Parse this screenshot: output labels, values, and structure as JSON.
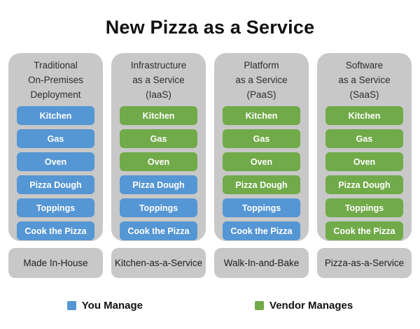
{
  "title": "New Pizza as a Service",
  "colors": {
    "you_manage": "#5596d4",
    "vendor_manages": "#71aa49",
    "container_gray": "#c8c8c8"
  },
  "columns": [
    {
      "header_lines": [
        "Traditional",
        "On-Premises",
        "Deployment"
      ],
      "items": [
        {
          "label": "Kitchen",
          "managed_by": "you"
        },
        {
          "label": "Gas",
          "managed_by": "you"
        },
        {
          "label": "Oven",
          "managed_by": "you"
        },
        {
          "label": "Pizza Dough",
          "managed_by": "you"
        },
        {
          "label": "Toppings",
          "managed_by": "you"
        },
        {
          "label": "Cook the Pizza",
          "managed_by": "you"
        }
      ],
      "footer": "Made In-House"
    },
    {
      "header_lines": [
        "Infrastructure",
        "as a Service",
        "(IaaS)"
      ],
      "items": [
        {
          "label": "Kitchen",
          "managed_by": "vendor"
        },
        {
          "label": "Gas",
          "managed_by": "vendor"
        },
        {
          "label": "Oven",
          "managed_by": "vendor"
        },
        {
          "label": "Pizza Dough",
          "managed_by": "you"
        },
        {
          "label": "Toppings",
          "managed_by": "you"
        },
        {
          "label": "Cook the Pizza",
          "managed_by": "you"
        }
      ],
      "footer": "Kitchen-as-a-Service"
    },
    {
      "header_lines": [
        "Platform",
        "as a Service",
        "(PaaS)"
      ],
      "items": [
        {
          "label": "Kitchen",
          "managed_by": "vendor"
        },
        {
          "label": "Gas",
          "managed_by": "vendor"
        },
        {
          "label": "Oven",
          "managed_by": "vendor"
        },
        {
          "label": "Pizza Dough",
          "managed_by": "vendor"
        },
        {
          "label": "Toppings",
          "managed_by": "you"
        },
        {
          "label": "Cook the Pizza",
          "managed_by": "you"
        }
      ],
      "footer": "Walk-In-and-Bake"
    },
    {
      "header_lines": [
        "Software",
        "as a Service",
        "(SaaS)"
      ],
      "items": [
        {
          "label": "Kitchen",
          "managed_by": "vendor"
        },
        {
          "label": "Gas",
          "managed_by": "vendor"
        },
        {
          "label": "Oven",
          "managed_by": "vendor"
        },
        {
          "label": "Pizza Dough",
          "managed_by": "vendor"
        },
        {
          "label": "Toppings",
          "managed_by": "vendor"
        },
        {
          "label": "Cook the Pizza",
          "managed_by": "vendor"
        }
      ],
      "footer": "Pizza-as-a-Service"
    }
  ],
  "legend": [
    {
      "label": "You Manage",
      "managed_by": "you"
    },
    {
      "label": "Vendor Manages",
      "managed_by": "vendor"
    }
  ]
}
